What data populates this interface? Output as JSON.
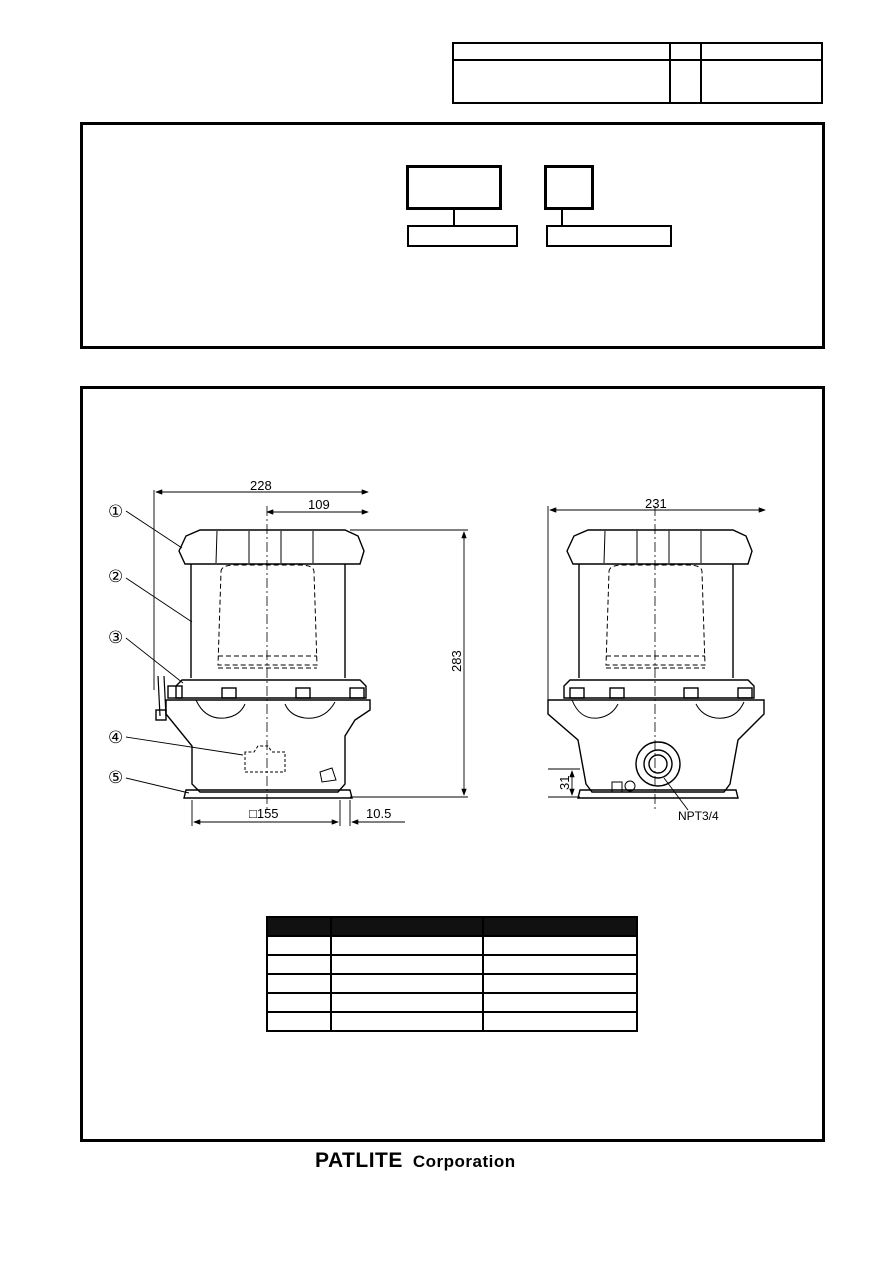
{
  "drawing": {
    "dim_width_front": "228",
    "dim_half_width": "109",
    "dim_height": "283",
    "dim_base_square": "□155",
    "dim_offset": "10.5",
    "dim_width_side": "231",
    "dim_base_height": "31",
    "conduit_thread": "NPT3/4",
    "part_callouts": [
      "①",
      "②",
      "③",
      "④",
      "⑤"
    ]
  },
  "footer": {
    "brand": "PATLITE",
    "corp": "Corporation"
  }
}
